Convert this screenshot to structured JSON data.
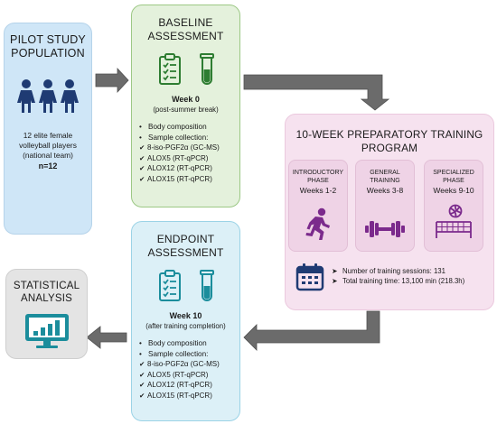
{
  "pilot": {
    "title_line1": "PILOT STUDY",
    "title_line2": "POPULATION",
    "desc_line1": "12 elite female",
    "desc_line2": "volleyball players",
    "desc_line3": "(national team)",
    "n": "n=12",
    "icon": "women-group-icon"
  },
  "baseline": {
    "title_line1": "BASELINE",
    "title_line2": "ASSESSMENT",
    "week": "Week 0",
    "week_sub": "(post-summer break)",
    "bullets": [
      "Body composition",
      "Sample collection:"
    ],
    "samples": [
      "8-iso-PGF2α (GC-MS)",
      "ALOX5 (RT-qPCR)",
      "ALOX12 (RT-qPCR)",
      "ALOX15 (RT-qPCR)"
    ]
  },
  "program": {
    "title_line1": "10-WEEK PREPARATORY TRAINING",
    "title_line2": "PROGRAM",
    "phases": [
      {
        "name_line1": "INTRODUCTORY",
        "name_line2": "PHASE",
        "weeks": "Weeks 1-2",
        "icon": "running-person-icon"
      },
      {
        "name_line1": "GENERAL",
        "name_line2": "TRAINING",
        "weeks": "Weeks 3-8",
        "icon": "dumbbell-icon"
      },
      {
        "name_line1": "SPECIALIZED",
        "name_line2": "PHASE",
        "weeks": "Weeks 9-10",
        "icon": "volleyball-net-icon"
      }
    ],
    "sessions": "Number of training sessions: 131",
    "time": "Total training time: 13,100 min (218.3h)"
  },
  "endpoint": {
    "title_line1": "ENDPOINT",
    "title_line2": "ASSESSMENT",
    "week": "Week 10",
    "week_sub": "(after training completion)",
    "bullets": [
      "Body composition",
      "Sample collection:"
    ],
    "samples": [
      "8-iso-PGF2α (GC-MS)",
      "ALOX5 (RT-qPCR)",
      "ALOX12 (RT-qPCR)",
      "ALOX15 (RT-qPCR)"
    ]
  },
  "statistical": {
    "title_line1": "STATISTICAL",
    "title_line2": "ANALYSIS",
    "icon": "monitor-bar-chart-icon"
  },
  "colors": {
    "pilot_bg": "#cfe6f7",
    "baseline_bg": "#e4f1dc",
    "program_bg": "#f6e2ef",
    "endpoint_bg": "#dcf0f7",
    "stats_bg": "#e4e4e4",
    "navy": "#1f3b73",
    "green": "#2e7d32",
    "teal": "#1b8d9c",
    "purple": "#7b2a8c",
    "arrow": "#6b6b6b"
  }
}
